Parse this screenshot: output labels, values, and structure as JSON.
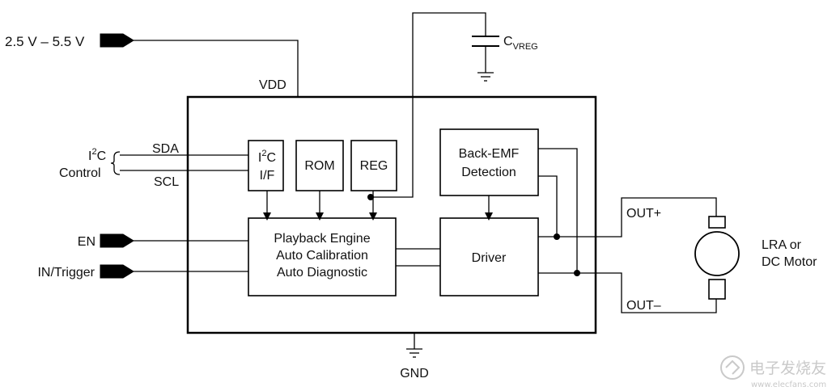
{
  "supply": {
    "voltage_label": "2.5 V – 5.5 V",
    "vdd_label": "VDD"
  },
  "capacitor": {
    "label_main": "C",
    "label_sub": "VREG"
  },
  "ground": {
    "label": "GND"
  },
  "i2c": {
    "label_main": "I",
    "label_sup": "2",
    "label_tail": "C",
    "control_label": "Control",
    "sda_label": "SDA",
    "scl_label": "SCL"
  },
  "inputs": {
    "en_label": "EN",
    "in_trigger_label": "IN/Trigger"
  },
  "blocks": {
    "i2c_if": {
      "line1_main": "I",
      "line1_sup": "2",
      "line1_tail": "C",
      "line2": "I/F"
    },
    "rom": {
      "label": "ROM"
    },
    "reg": {
      "label": "REG"
    },
    "back_emf": {
      "line1": "Back-EMF",
      "line2": "Detection"
    },
    "playback": {
      "line1": "Playback Engine",
      "line2": "Auto Calibration",
      "line3": "Auto Diagnostic"
    },
    "driver": {
      "label": "Driver"
    }
  },
  "outputs": {
    "out_plus_label": "OUT+",
    "out_minus_label": "OUT–"
  },
  "motor": {
    "line1": "LRA or",
    "line2": "DC Motor"
  },
  "watermark": {
    "cn_text": "电子发烧友",
    "url_text": "www.elecfans.com"
  }
}
